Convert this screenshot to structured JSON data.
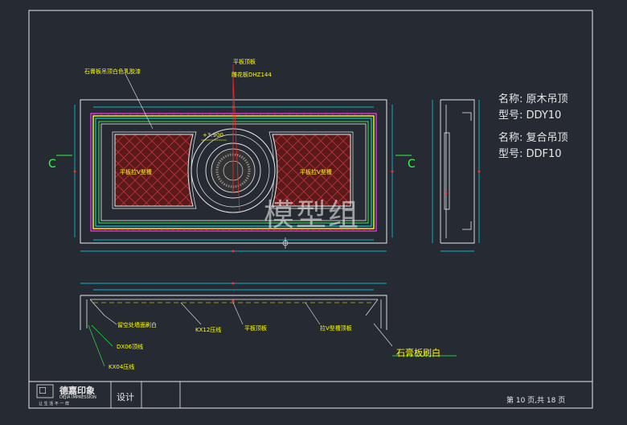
{
  "labels": {
    "ceiling_paint": "石膏板吊顶白色乳胶漆",
    "flat_board_top": "平板顶板",
    "carved_board": "雕花板DHZ144",
    "elevation": "+3.900",
    "v_groove_left": "平板拉V型槽",
    "v_groove_right": "平板拉V型槽",
    "section_left": "C",
    "section_right": "C",
    "reserved_wall": "留空处墙面刷白",
    "kx12": "KX12压线",
    "flat_board_section": "平板顶板",
    "v_groove_board": "拉V型槽顶板",
    "dx06": "DX06顶线",
    "kx04": "KX04压线",
    "gypsum_white": "石膏板刷白"
  },
  "product_info": {
    "line1": "名称: 原木吊顶",
    "line2": "型号: DDY10",
    "line3": "名称: 复合吊顶",
    "line4": "型号: DDF10"
  },
  "watermark": "模型组",
  "title_block": {
    "company_cn": "德嘉印象",
    "company_en": "DEJIA IMPRESSION",
    "slogan": "让 生 活 不 一 样",
    "design_label": "设计",
    "page_text": "第 10 页,共 18 页"
  },
  "colors": {
    "background": "#262b33",
    "line_white": "#e8e8e8",
    "line_cyan": "#00e5ff",
    "line_green": "#2bff4a",
    "line_yellow": "#ffff00",
    "line_magenta": "#ff33ff",
    "line_red": "#ff2a2a",
    "fill_red": "#5a1a1a"
  }
}
